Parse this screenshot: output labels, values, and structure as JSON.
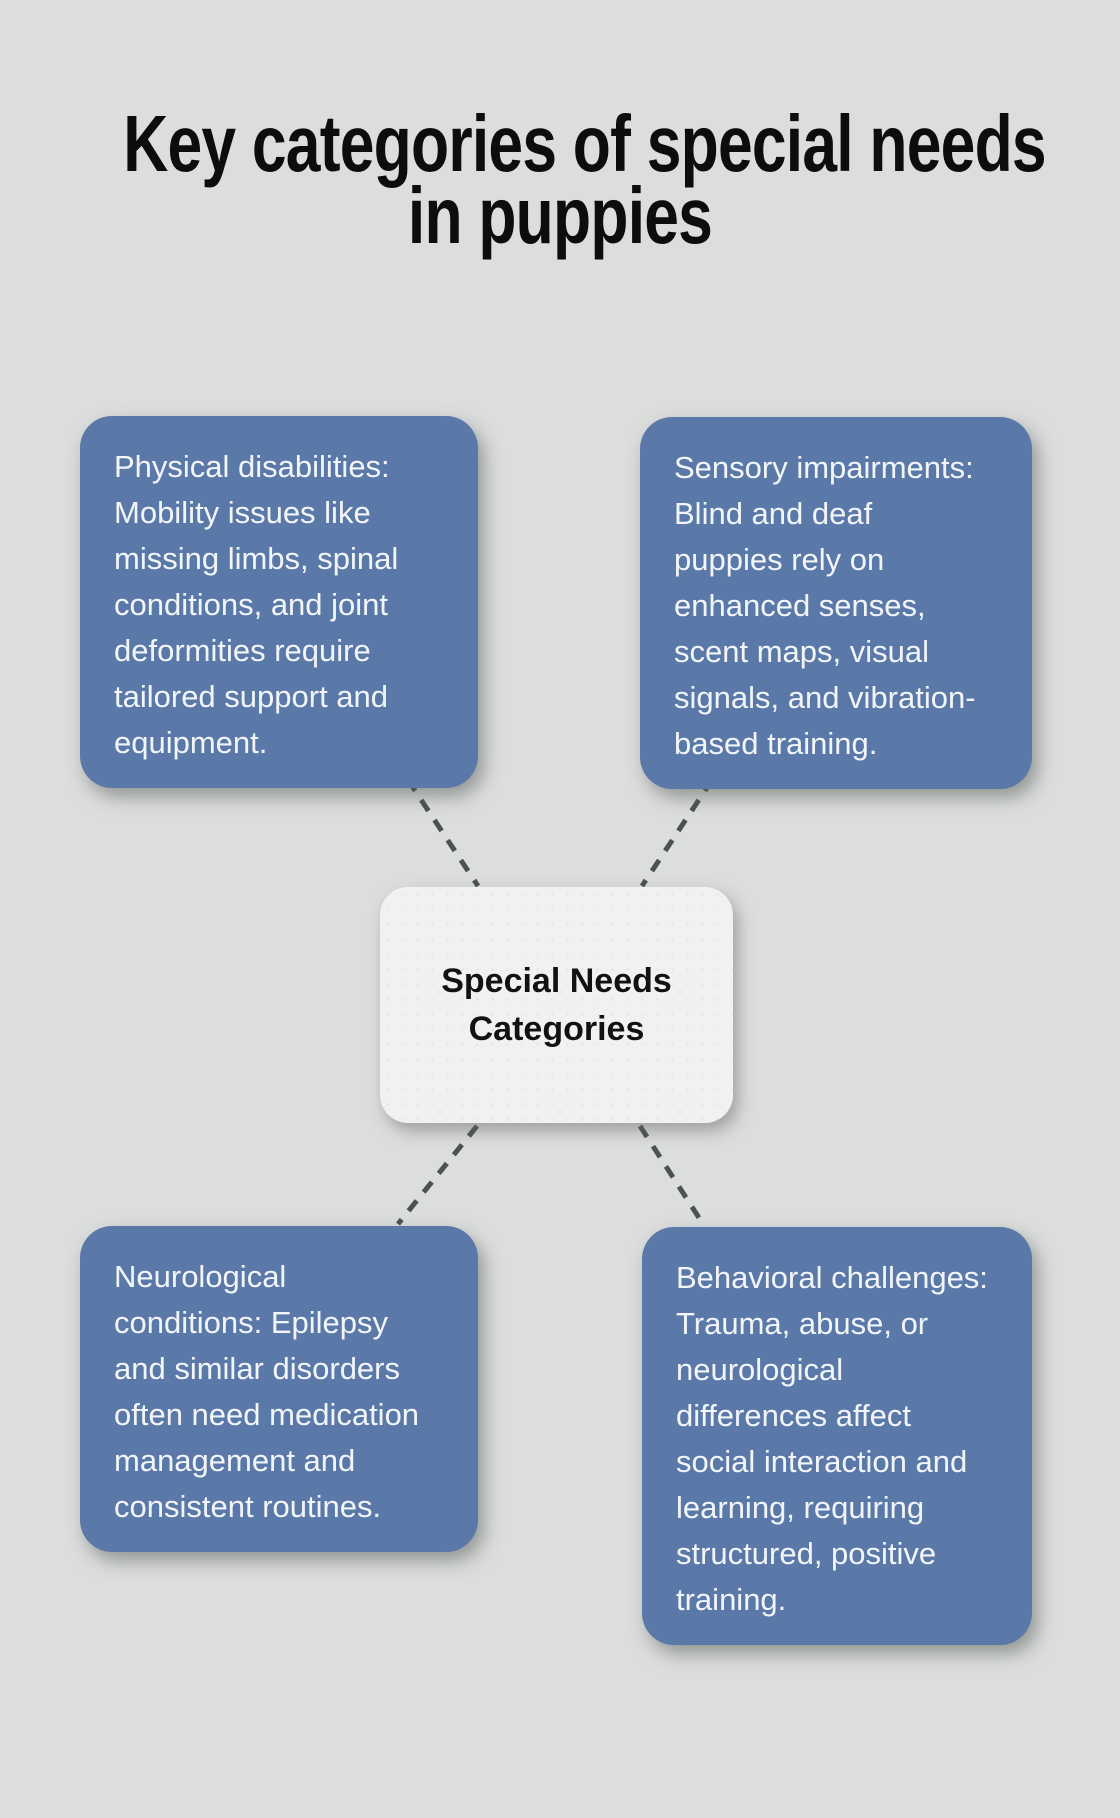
{
  "page": {
    "background_color": "#dcdedd"
  },
  "title": {
    "lines": [
      "Key categories of special needs",
      "in puppies"
    ],
    "color": "#0d0d0d"
  },
  "center_node": {
    "lines": [
      "Special Needs",
      "Categories"
    ],
    "fill_color": "#f1f2f0",
    "text_color": "#121212"
  },
  "category_boxes": [
    {
      "id": "physical-disabilities",
      "position": "top-left",
      "lines": [
        "Physical disabilities:",
        "Mobility issues like",
        "missing limbs, spinal",
        "conditions, and joint",
        "deformities require",
        "tailored support and",
        "equipment."
      ]
    },
    {
      "id": "sensory-impairments",
      "position": "top-right",
      "lines": [
        "Sensory impairments:",
        "Blind and deaf",
        "puppies rely on",
        "enhanced senses,",
        "scent maps, visual",
        "signals, and vibration-",
        "based training."
      ]
    },
    {
      "id": "neurological-conditions",
      "position": "bottom-left",
      "lines": [
        "Neurological",
        "conditions: Epilepsy",
        "and similar disorders",
        "often need medication",
        "management and",
        "consistent routines."
      ]
    },
    {
      "id": "behavioral-challenges",
      "position": "bottom-right",
      "lines": [
        "Behavioral challenges:",
        "Trauma, abuse, or",
        "neurological",
        "differences affect",
        "social interaction and",
        "learning, requiring",
        "structured, positive",
        "training."
      ]
    }
  ],
  "colors": {
    "box_fill": "#5b79a8",
    "box_text": "#f2f5f8",
    "connector": "#4d524f"
  }
}
